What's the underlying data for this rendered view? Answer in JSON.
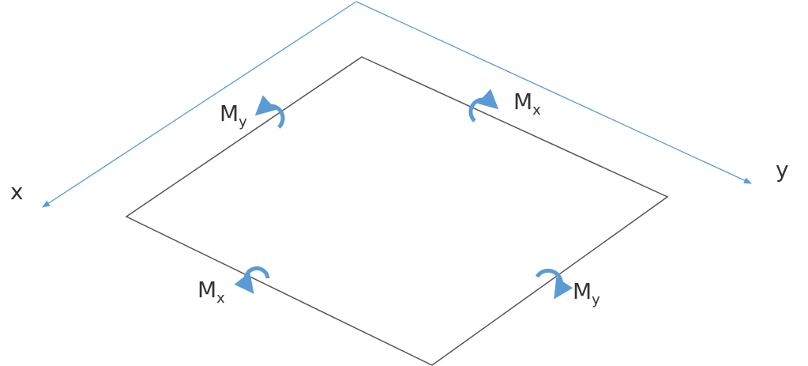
{
  "colors": {
    "axis": "#5b9bd5",
    "plate": "#555555",
    "moment": "#5b9bd5",
    "text": "#333333"
  },
  "axes": {
    "x_label": "x",
    "y_label": "y"
  },
  "moments": [
    {
      "id": "top-left",
      "main": "M",
      "sub": "y"
    },
    {
      "id": "top-right",
      "main": "M",
      "sub": "x"
    },
    {
      "id": "bottom-left",
      "main": "M",
      "sub": "x"
    },
    {
      "id": "bottom-right",
      "main": "M",
      "sub": "y"
    }
  ]
}
